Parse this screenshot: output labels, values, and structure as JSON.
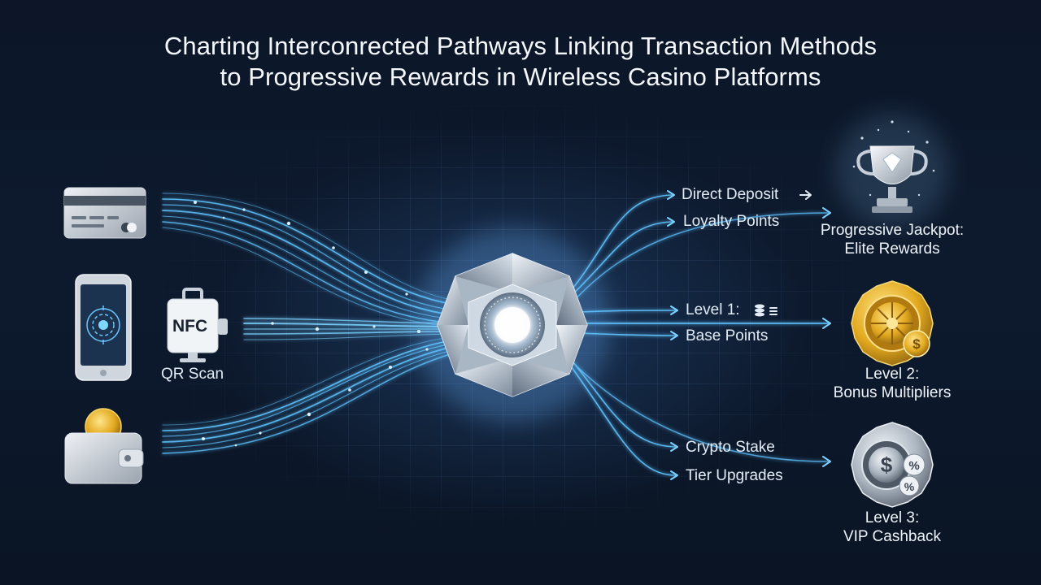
{
  "title": {
    "line1": "Charting Interconrected Pathways Linking Transaction Methods",
    "line2": "to Progressive Rewards in Wireless Casino Platforms"
  },
  "sources": {
    "nfc_label": "NFC",
    "qr_label": "QR Scan"
  },
  "pathways": {
    "direct_deposit": "Direct Deposit",
    "loyalty_points": "Loyalty Points",
    "level1": "Level 1:",
    "base_points": "Base Points",
    "crypto_stake": "Crypto Stake",
    "tier_upgrades": "Tier Upgrades"
  },
  "rewards": {
    "jackpot_line1": "Progressive Jackpot:",
    "jackpot_line2": "Elite Rewards",
    "level2_line1": "Level 2:",
    "level2_line2": "Bonus Multipliers",
    "level3_line1": "Level 3:",
    "level3_line2": "VIP Cashback"
  },
  "icons": {
    "card": "credit-card-icon",
    "phone": "smartphone-icon",
    "nfc": "nfc-reader-icon",
    "wallet": "crypto-wallet-icon",
    "hub": "diamond-hub-icon",
    "trophy": "trophy-icon",
    "gold_badge": "gold-badge-icon",
    "silver_badge": "silver-badge-icon"
  },
  "colors": {
    "background": "#0b1526",
    "flow": "#5fc3ff",
    "gold": "#e7b22b",
    "silver": "#b9c2cc"
  }
}
